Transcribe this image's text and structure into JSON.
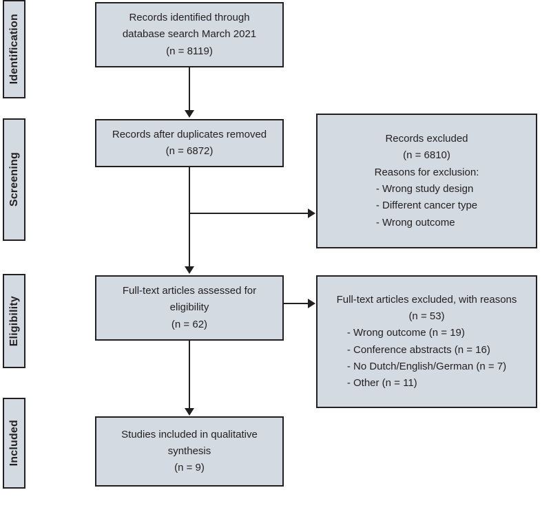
{
  "diagram": {
    "type": "prisma-flow-diagram",
    "colors": {
      "box_fill": "#d3dae1",
      "box_border": "#231f20",
      "text": "#231f20",
      "background": "#ffffff"
    },
    "phases": [
      {
        "id": "identification",
        "label": "Identification"
      },
      {
        "id": "screening",
        "label": "Screening"
      },
      {
        "id": "eligibility",
        "label": "Eligibility"
      },
      {
        "id": "included",
        "label": "Included"
      }
    ],
    "boxes": {
      "records_identified": {
        "line1": "Records identified through",
        "line2": "database search March 2021",
        "line3": "(n = 8119)"
      },
      "records_after_duplicates": {
        "line1": "Records after duplicates removed",
        "line2": "(n = 6872)"
      },
      "records_excluded": {
        "line1": "Records excluded",
        "line2": "(n = 6810)",
        "line3": "Reasons for exclusion:",
        "reasons": [
          "- Wrong study design",
          "- Different cancer type",
          "- Wrong outcome"
        ]
      },
      "fulltext_assessed": {
        "line1": "Full-text articles assessed for",
        "line2": "eligibility",
        "line3": "(n = 62)"
      },
      "fulltext_excluded": {
        "line1": "Full-text articles excluded, with reasons",
        "line2": "(n = 53)",
        "reasons": [
          "- Wrong outcome (n = 19)",
          "- Conference abstracts (n = 16)",
          "- No Dutch/English/German (n = 7)",
          "- Other (n = 11)"
        ]
      },
      "studies_included": {
        "line1": "Studies included in qualitative",
        "line2": "synthesis",
        "line3": "(n = 9)"
      }
    }
  }
}
